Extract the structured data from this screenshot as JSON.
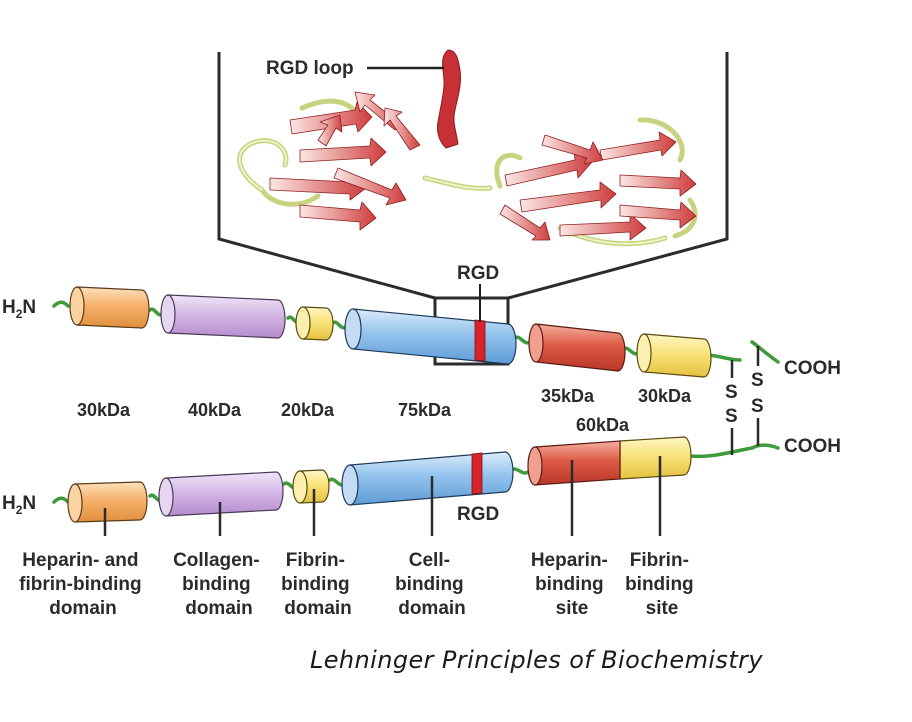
{
  "labels": {
    "rgd_loop": "RGD loop",
    "rgd_top": "RGD",
    "rgd_bottom": "RGD",
    "h2n_h": "H",
    "h2n_sub": "2",
    "h2n_n": "N",
    "cooh": "COOH",
    "disulfide_s": "S"
  },
  "top_chain_kda": [
    "30kDa",
    "40kDa",
    "20kDa",
    "75kDa",
    "35kDa",
    "30kDa"
  ],
  "bottom_chain_kda": [
    "60kDa"
  ],
  "domains": [
    [
      "Heparin- and",
      "fibrin-binding",
      "domain"
    ],
    [
      "Collagen-",
      "binding",
      "domain"
    ],
    [
      "Fibrin-",
      "binding",
      "domain"
    ],
    [
      "Cell-",
      "binding",
      "domain"
    ],
    [
      "Heparin-",
      "binding",
      "site"
    ],
    [
      "Fibrin-",
      "binding",
      "site"
    ]
  ],
  "credit": "Lehninger Principles of Biochemistry",
  "colors": {
    "orange": "#f5b16b",
    "purple": "#d5b8e6",
    "yellow": "#f8e27a",
    "blue": "#93c3ec",
    "red": "#dd5a45",
    "linker": "#3e9a3b",
    "rgd_band": "#d8232a",
    "ribbon_red": "#cf3d3d",
    "ribbon_loop": "#dfe8a0"
  }
}
